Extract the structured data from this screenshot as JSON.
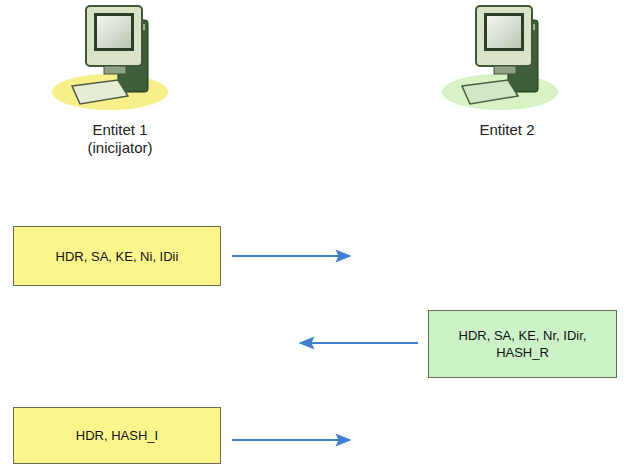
{
  "diagram": {
    "nodes": [
      {
        "text": [
          "HDR, SA, KE, Ni, IDii"
        ]
      },
      {
        "text": [
          "HDR, SA, KE, Nr, IDir, HASH_R"
        ]
      },
      {
        "text": [
          "HDR, HASH_I"
        ]
      }
    ],
    "labels": [
      "Entitet 1 (inicijator)",
      "Entitet 2"
    ]
  }
}
